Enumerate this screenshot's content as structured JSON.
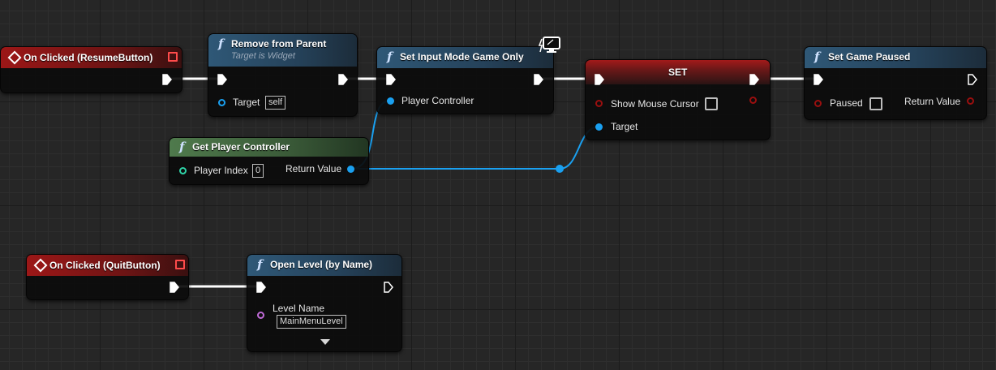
{
  "nodes": {
    "on_clicked_resume": {
      "title": "On Clicked (ResumeButton)"
    },
    "remove_from_parent": {
      "title": "Remove from Parent",
      "subtitle": "Target is Widget",
      "target_label": "Target",
      "target_value": "self"
    },
    "set_input_mode": {
      "title": "Set Input Mode Game Only",
      "player_controller_label": "Player Controller"
    },
    "set_var": {
      "title": "SET",
      "show_mouse_cursor_label": "Show Mouse Cursor",
      "target_label": "Target"
    },
    "set_game_paused": {
      "title": "Set Game Paused",
      "paused_label": "Paused",
      "return_value_label": "Return Value"
    },
    "get_player_controller": {
      "title": "Get Player Controller",
      "player_index_label": "Player Index",
      "player_index_value": "0",
      "return_value_label": "Return Value"
    },
    "on_clicked_quit": {
      "title": "On Clicked (QuitButton)"
    },
    "open_level": {
      "title": "Open Level (by Name)",
      "level_name_label": "Level Name",
      "level_name_value": "MainMenuLevel"
    }
  },
  "icons": {
    "function": "f",
    "event": "event-diamond-icon",
    "delegate": "delegate-square-icon",
    "monitor": "monitor-icon",
    "expand": "expand-arrow-icon"
  },
  "colors": {
    "exec_wire": "#ffffff",
    "object_wire": "#1aa0f0",
    "event_header": "#9c1717",
    "function_header": "#2f5877",
    "pure_header": "#4f7a4c",
    "bool_pin": "#9a0f0f",
    "int_pin": "#2fd4a8",
    "name_pin": "#c06bd8"
  }
}
